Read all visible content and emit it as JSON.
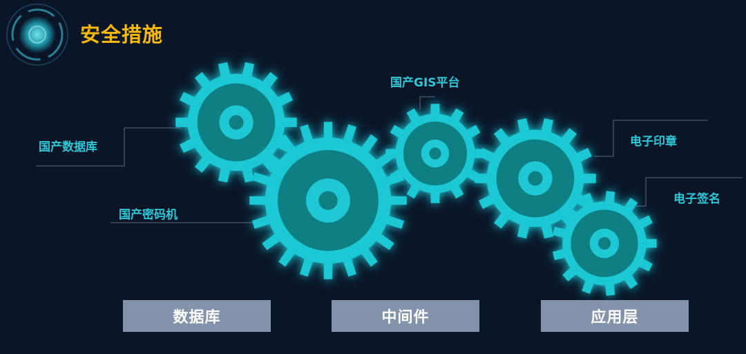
{
  "header": {
    "title": "安全措施",
    "logo_icon": "radar-circle-icon"
  },
  "labels": {
    "db": "国产数据库",
    "crypto": "国产密码机",
    "gis": "国产GIS平台",
    "seal": "电子印章",
    "sign": "电子签名"
  },
  "layers": [
    "数据库",
    "中间件",
    "应用层"
  ],
  "colors": {
    "background": "#0a1628",
    "gear": "#1ec8d4",
    "gear_inner": "#0e7f82",
    "title": "#f7b90f",
    "box": "#8393ab"
  }
}
